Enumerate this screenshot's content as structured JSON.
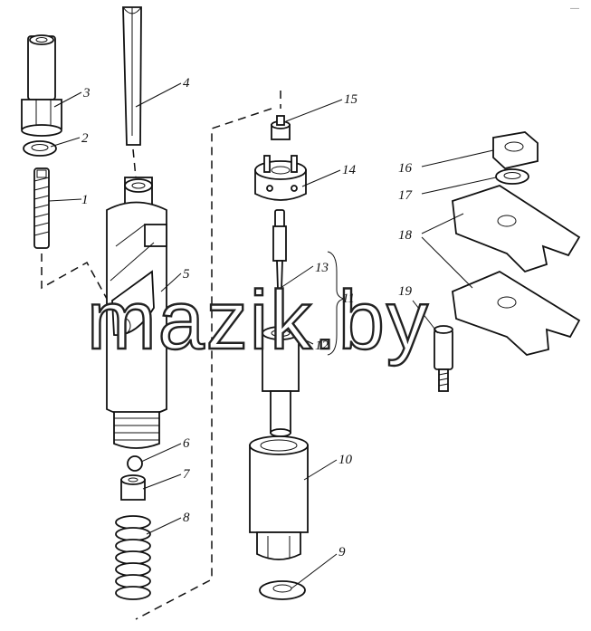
{
  "callouts": [
    {
      "id": "1",
      "label": "1"
    },
    {
      "id": "2",
      "label": "2"
    },
    {
      "id": "3",
      "label": "3"
    },
    {
      "id": "4",
      "label": "4"
    },
    {
      "id": "5",
      "label": "5"
    },
    {
      "id": "6",
      "label": "6"
    },
    {
      "id": "7",
      "label": "7"
    },
    {
      "id": "8",
      "label": "8"
    },
    {
      "id": "9",
      "label": "9"
    },
    {
      "id": "10",
      "label": "10"
    },
    {
      "id": "11",
      "label": "11"
    },
    {
      "id": "12",
      "label": "12"
    },
    {
      "id": "13",
      "label": "13"
    },
    {
      "id": "14",
      "label": "14"
    },
    {
      "id": "15",
      "label": "15"
    },
    {
      "id": "16",
      "label": "16"
    },
    {
      "id": "17",
      "label": "17"
    },
    {
      "id": "18",
      "label": "18"
    },
    {
      "id": "19",
      "label": "19"
    }
  ],
  "watermark": "mazik.by",
  "corner_mark": "—"
}
